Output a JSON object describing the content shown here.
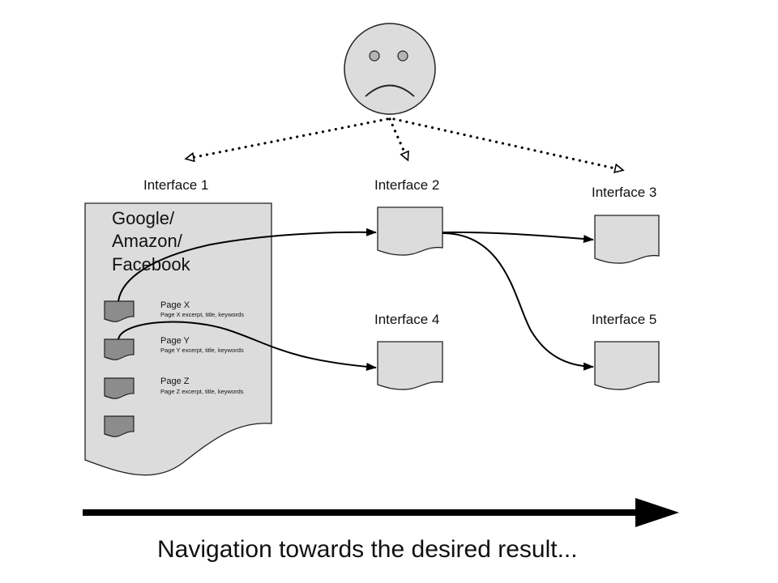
{
  "interfaces": {
    "i1": "Interface 1",
    "i2": "Interface 2",
    "i3": "Interface 3",
    "i4": "Interface 4",
    "i5": "Interface 5"
  },
  "main_doc": {
    "line1": "Google/",
    "line2": "Amazon/",
    "line3": "Facebook"
  },
  "pages": [
    {
      "title": "Page X",
      "subtitle": "Page X excerpt, title, keywords"
    },
    {
      "title": "Page Y",
      "subtitle": "Page Y excerpt, title, keywords"
    },
    {
      "title": "Page Z",
      "subtitle": "Page Z excerpt, title, keywords"
    }
  ],
  "caption": "Navigation towards the desired result...",
  "colors": {
    "document_fill": "#dcdcdc",
    "tile_fill": "#8c8c8c",
    "face_fill": "#dcdcdc",
    "arrow": "#000000"
  }
}
